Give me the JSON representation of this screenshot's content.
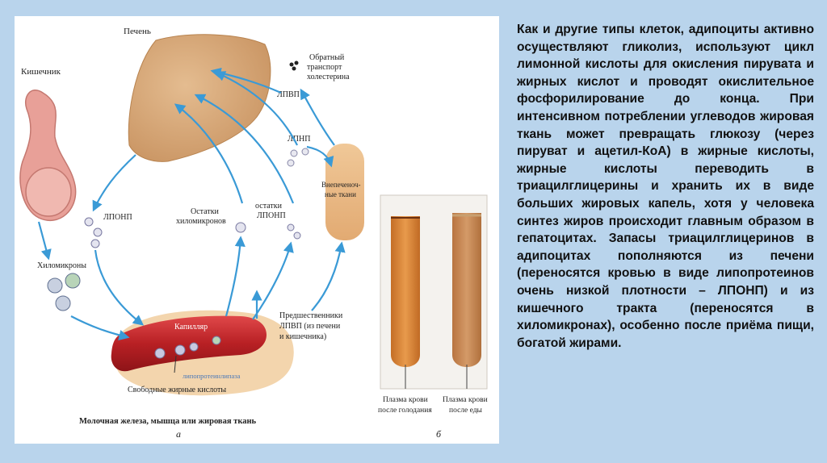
{
  "diagram": {
    "labels": {
      "liver": "Печень",
      "intestine": "Кишечник",
      "reverse_transport_1": "Обратный",
      "reverse_transport_2": "транспорт",
      "reverse_transport_3": "холестерина",
      "hdl": "ЛПВП",
      "ldl": "ЛПНП",
      "extrahepatic_1": "Внепеченоч-",
      "extrahepatic_2": "ные ткани",
      "vldl": "ЛПОНП",
      "remnants_1": "Остатки",
      "remnants_2": "хиломикронов",
      "idl_1": "остатки",
      "idl_2": "ЛПОНП",
      "chylomicrons": "Хиломикроны",
      "capillary": "Капилляр",
      "lipase": "липопротеинлипаза",
      "free_fa": "Свободные жирные кислоты",
      "hdl_precursors_1": "Предшественники",
      "hdl_precursors_2": "ЛПВП (из печени",
      "hdl_precursors_3": "и кишечника)",
      "tissue": "Молочная железа, мышца или жировая ткань",
      "panel_a": "а",
      "panel_b": "б",
      "tube1_1": "Плазма крови",
      "tube1_2": "после голодания",
      "tube2_1": "Плазма крови",
      "tube2_2": "после еды"
    }
  },
  "text": {
    "body": "Как и другие типы клеток, адипоциты активно осуществляют гликолиз, используют цикл лимонной кислоты для окисления пирувата и жирных кислот и проводят окислительное фосфорилирование до конца. При интенсивном потреблении углеводов жировая ткань может превращать глюкозу (через пируват и ацетил-КоА) в жирные кислоты, жирные кислоты переводить в триацилглицерины и хранить их в виде больших жировых капель, хотя у человека синтез жиров происходит главным образом в гепатоцитах. Запасы триацилглицеринов в адипоцитах пополняются из печени (переносятся кровью в виде липопротеинов очень низкой плотности – ЛПОНП) и из кишечного тракта (переносятся в хиломикронах), особенно после приёма пищи, богатой жирами."
  },
  "colors": {
    "arrow": "#3a9ad6",
    "liver": "#d8a878",
    "capillary": "#c8282a",
    "tube_fasting": "#d88a3c",
    "tube_fed": "#c8874e"
  }
}
